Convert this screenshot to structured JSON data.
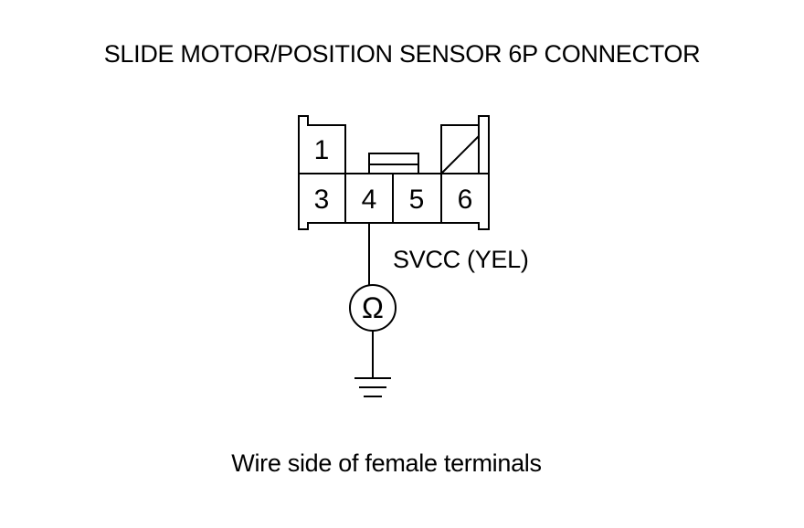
{
  "title": "SLIDE MOTOR/POSITION SENSOR 6P CONNECTOR",
  "connector": {
    "terminals": [
      "1",
      "3",
      "4",
      "5",
      "6"
    ]
  },
  "wire_label": "SVCC (YEL)",
  "meter_symbol": "Ω",
  "caption": "Wire side of female terminals",
  "icons": {
    "meter": "ohmmeter-icon",
    "ground": "ground-icon"
  }
}
